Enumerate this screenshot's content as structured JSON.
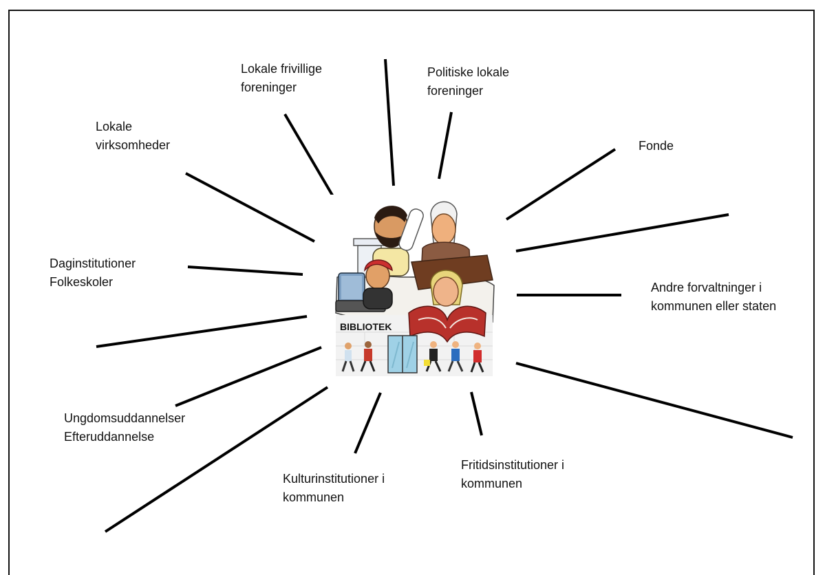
{
  "diagram": {
    "center": {
      "sign_text": "BIBLIOTEK"
    },
    "labels": {
      "lokale_frivillige": [
        "Lokale frivillige",
        "foreninger"
      ],
      "politiske": [
        "Politiske lokale",
        "foreninger"
      ],
      "lokale_virksomheder": [
        "Lokale",
        "virksomheder"
      ],
      "fonde": [
        "Fonde"
      ],
      "daginstitutioner": [
        "Daginstitutioner",
        "Folkeskoler"
      ],
      "andre_forvaltninger": [
        "Andre forvaltninger i",
        "kommunen eller staten"
      ],
      "ungdomsuddannelser": [
        "Ungdomsuddannelser",
        "Efteruddannelse"
      ],
      "kulturinstitutioner": [
        "Kulturinstitutioner i",
        "kommunen"
      ],
      "fritidsinstitutioner": [
        "Fritidsinstitutioner i",
        "kommunen"
      ]
    }
  },
  "colors": {
    "line": "#000000",
    "frame": "#111111",
    "book_red": "#b8312b",
    "laptop_blue": "#6f93b8",
    "skin": "#d99a63",
    "door_blue": "#9fd1e6"
  }
}
